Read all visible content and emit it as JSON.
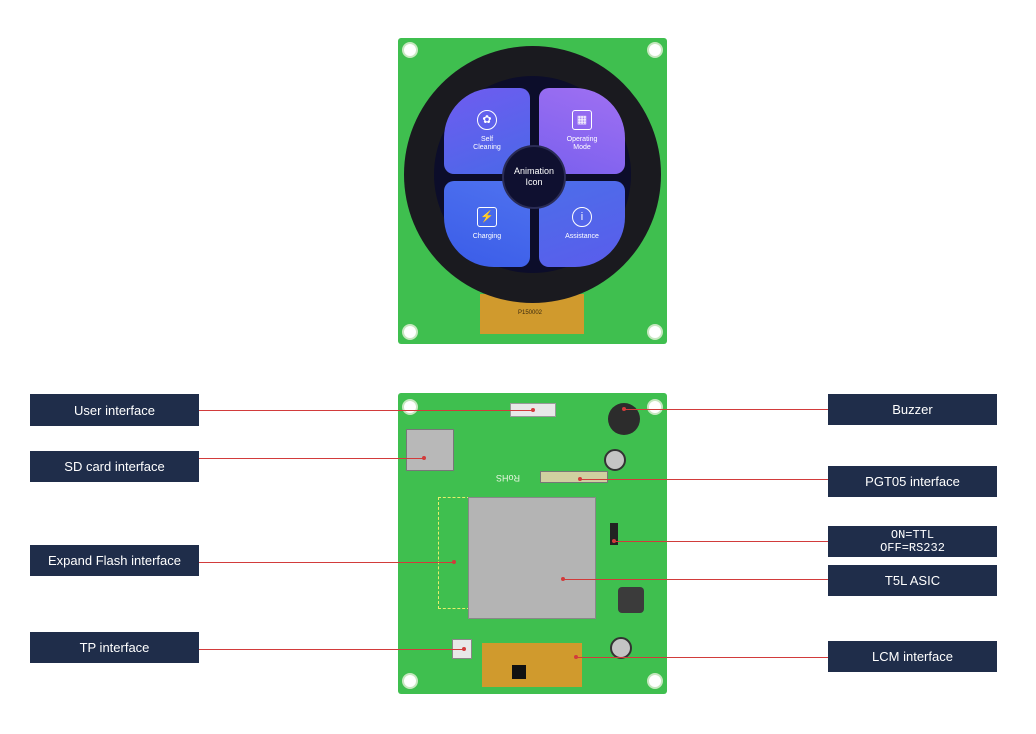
{
  "front": {
    "center_line1": "Animation",
    "center_line2": "Icon",
    "quads": [
      {
        "label1": "Self",
        "label2": "Cleaning",
        "icon": "leaf-icon"
      },
      {
        "label1": "Operating",
        "label2": "Mode",
        "icon": "grid-icon"
      },
      {
        "label1": "Charging",
        "label2": "",
        "icon": "plug-icon"
      },
      {
        "label1": "Assistance",
        "label2": "",
        "icon": "info-icon"
      }
    ],
    "fpc_text": "P150002"
  },
  "back": {
    "rohs_text": "RoHS",
    "asic_marker": "T5L"
  },
  "labels_left": [
    {
      "text": "User interface"
    },
    {
      "text": "SD card interface"
    },
    {
      "text": "Expand Flash interface"
    },
    {
      "text": "TP interface"
    }
  ],
  "labels_right": [
    {
      "text": "Buzzer"
    },
    {
      "text": "PGT05 interface"
    },
    {
      "line1": "ON=TTL",
      "line2": "OFF=RS232"
    },
    {
      "text": "T5L ASIC"
    },
    {
      "text": "LCM interface"
    }
  ],
  "colors": {
    "pcb": "#3fbf4f",
    "label_bg": "#1f2d4a",
    "leader": "#d23b3b",
    "bezel": "#1a1a1f",
    "quad_top": "#8a5cf0",
    "quad_bottom": "#4a68e8"
  }
}
